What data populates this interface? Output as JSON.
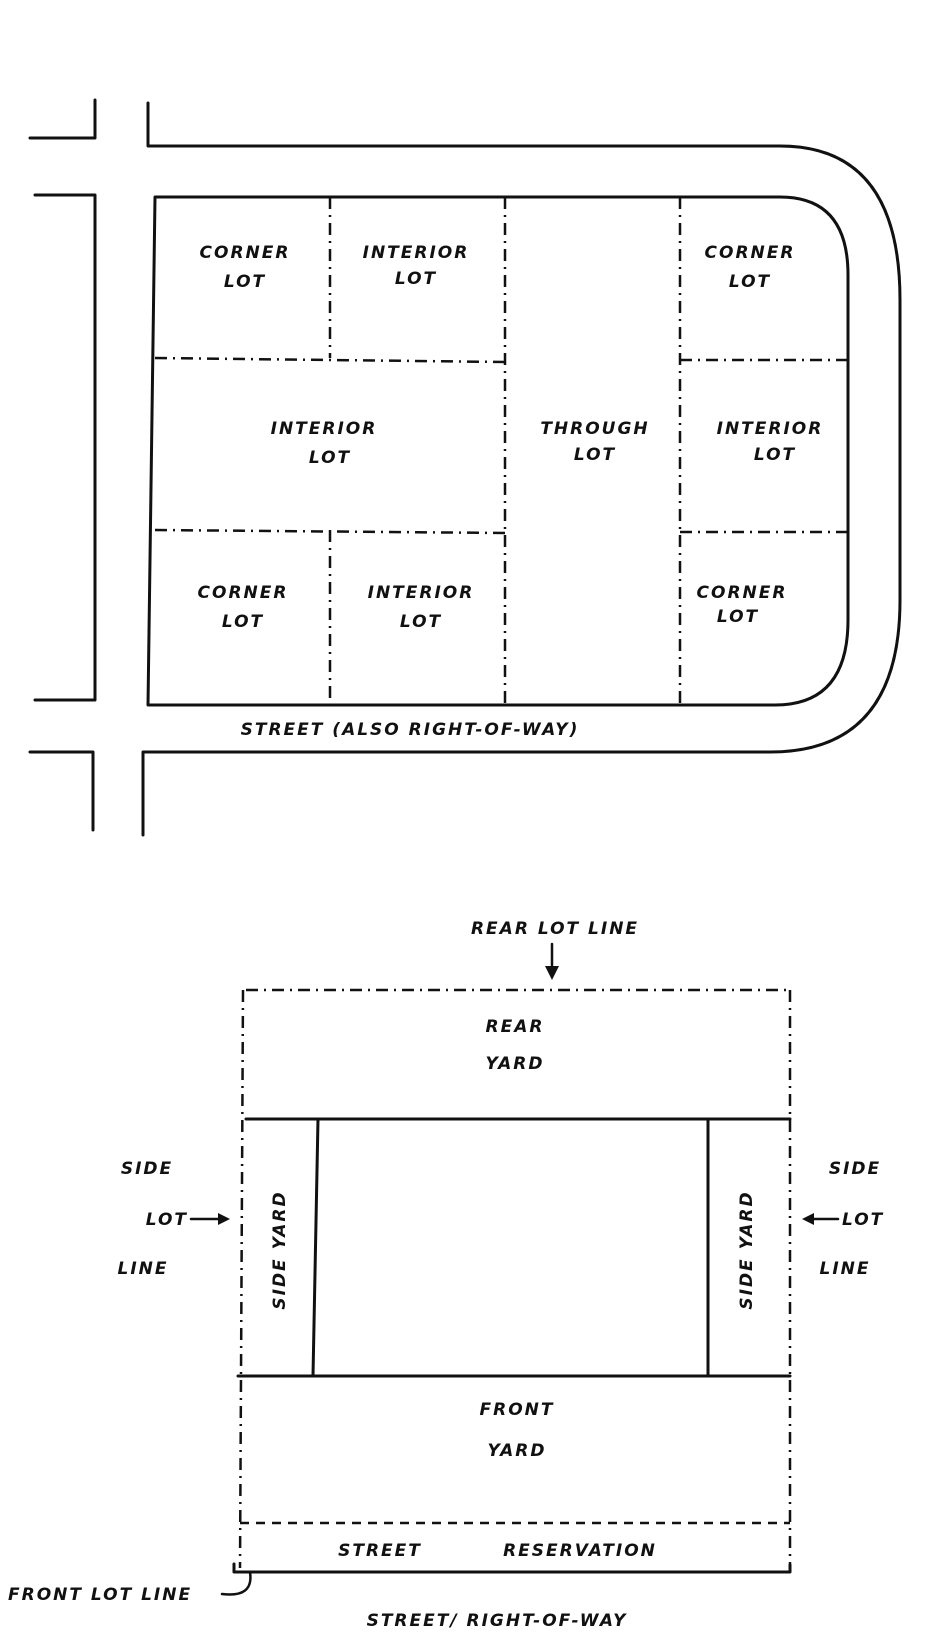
{
  "block_diagram": {
    "lots": {
      "corner_top_left": [
        "CORNER",
        "LOT"
      ],
      "interior_top": [
        "INTERIOR",
        "LOT"
      ],
      "corner_top_right": [
        "CORNER",
        "LOT"
      ],
      "interior_middle_left": [
        "INTERIOR",
        "LOT"
      ],
      "through": [
        "THROUGH",
        "LOT"
      ],
      "interior_middle_right": [
        "INTERIOR",
        "LOT"
      ],
      "corner_bottom_left": [
        "CORNER",
        "LOT"
      ],
      "interior_bottom": [
        "INTERIOR",
        "LOT"
      ],
      "corner_bottom_right": [
        "CORNER",
        "LOT"
      ]
    },
    "street_label": "STREET (ALSO RIGHT-OF-WAY)"
  },
  "lot_diagram": {
    "rear_lot_line": "REAR LOT LINE",
    "rear_yard": [
      "REAR",
      "YARD"
    ],
    "side_lot_line_left": [
      "SIDE",
      "LOT",
      "LINE"
    ],
    "side_lot_line_right": [
      "SIDE",
      "LOT",
      "LINE"
    ],
    "side_yard": "SIDE YARD",
    "front_yard": [
      "FRONT",
      "YARD"
    ],
    "street_reservation": [
      "STREET",
      "RESERVATION"
    ],
    "front_lot_line": "FRONT LOT LINE",
    "street_right_of_way": "STREET/ RIGHT-OF-WAY"
  }
}
